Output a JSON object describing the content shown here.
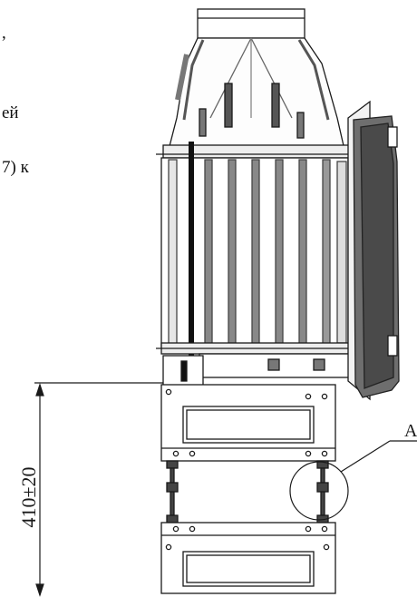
{
  "text_fragments": [
    ",",
    "ей",
    "7) к"
  ],
  "dimension": {
    "label": "410±20"
  },
  "callout": {
    "label": "A"
  },
  "colors": {
    "ink": "#1a1a1a",
    "casing": "#6e6e6e",
    "casing_dark": "#4a4a4a",
    "paper": "#ffffff"
  }
}
